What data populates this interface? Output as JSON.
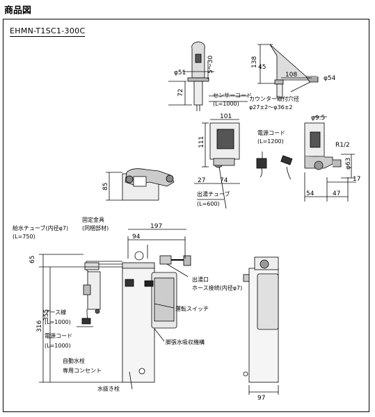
{
  "page": {
    "title": "商品図",
    "model": "EHMN-T1SC1-300C"
  },
  "labels": {
    "sensor_cord": "センサーコード",
    "sensor_cord_len": "(L=1000)",
    "counter_hole": "カウンター取付穴径",
    "counter_hole_dia": "φ27±2～φ36±2",
    "power_cord": "電源コード",
    "power_cord_len_top": "(L=1200)",
    "outlet_tube": "出湯チューブ",
    "outlet_tube_len": "(L=600)",
    "fixing": "固定金具",
    "fixing_sub": "(同梱部材)",
    "supply_tube": "給水チューブ(内径φ7)",
    "supply_tube_len": "(L=750)",
    "earth": "アース線",
    "earth_len": "(L=1000)",
    "power_cord2": "電源コード",
    "power_cord2_len": "(L=1000)",
    "faucet1": "自動水栓",
    "faucet2": "専用コンセント",
    "drain": "水抜き栓",
    "switch": "運転スイッチ",
    "leg": "脚張水吸収機構",
    "outlet1": "出湯口",
    "outlet2": "ホース接続(内径φ7)"
  },
  "dims": {
    "d51": "φ51",
    "d5_30": "5～30",
    "d72": "72",
    "d138": "138",
    "d45": "45",
    "d108": "108",
    "d54": "φ54",
    "d101": "101",
    "d95": "φ9.5",
    "d111": "111",
    "d27": "27",
    "d74": "74",
    "dR12": "R1/2",
    "d63": "φ63",
    "d17": "17",
    "d54b": "54",
    "d47": "47",
    "d85": "85",
    "d197": "197",
    "d94": "94",
    "d65": "65",
    "d316": "316",
    "d355": "355",
    "d97": "97"
  }
}
